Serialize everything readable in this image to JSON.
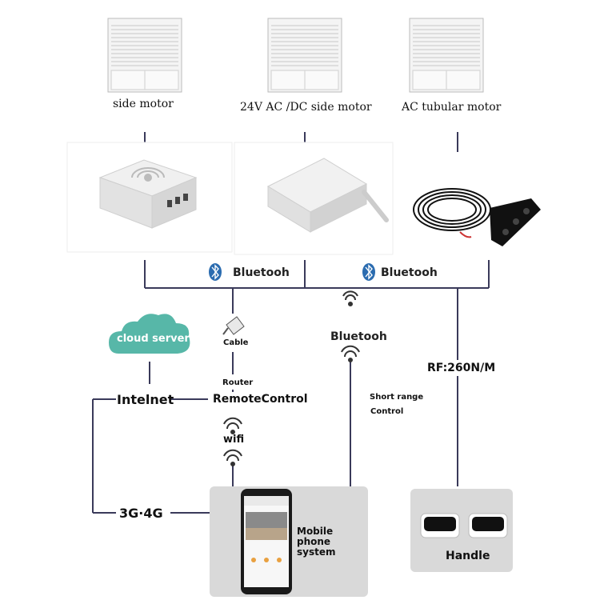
{
  "motors": [
    {
      "label": "side motor"
    },
    {
      "label": "24V  AC /DC side motor"
    },
    {
      "label": "AC tubular  motor"
    }
  ],
  "links": {
    "bluetooth_left": "Bluetooh",
    "bluetooth_right": "Bluetooh",
    "bluetooth_phone": "Bluetooh"
  },
  "cloud": {
    "label": "cloud server"
  },
  "network": {
    "cable": "Cable",
    "router": "Router",
    "remote_control": "RemoteControl",
    "wifi": "wifi",
    "internet": "Intelnet",
    "cellular": "3G·4G",
    "short_range": "Short range",
    "control": "Control",
    "rf": "RF:260N/M"
  },
  "phone": {
    "label": "Mobile phone system"
  },
  "handle": {
    "label": "Handle"
  },
  "colors": {
    "line": "#3a3a5a",
    "cloud": "#57b7a8",
    "panel": "#d9d9d9",
    "bt_icon": "#2b6cb0"
  }
}
